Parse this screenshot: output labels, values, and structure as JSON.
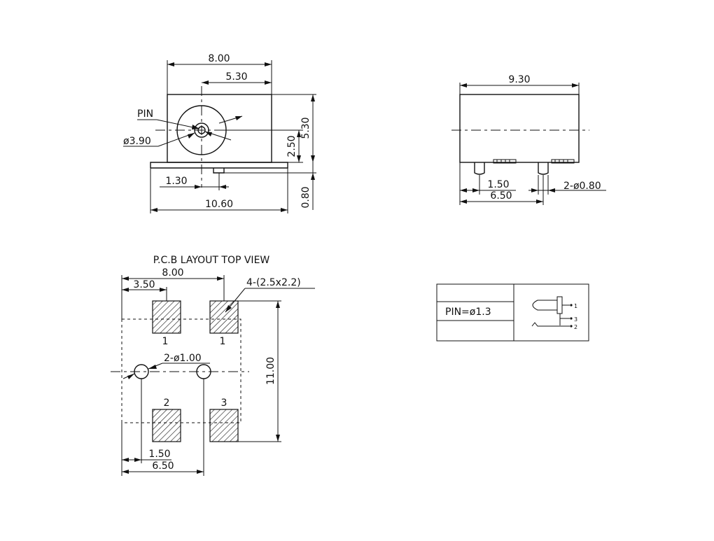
{
  "front_view": {
    "dim_width": "8.00",
    "dim_center": "5.30",
    "label_pin": "PIN",
    "label_diameter": "ø3.90",
    "dim_height_center": "2.50",
    "dim_height_total": "5.30",
    "dim_pin_offset": "1.30",
    "dim_total_width": "10.60",
    "dim_pin_height": "0.80"
  },
  "side_view": {
    "dim_length": "9.30",
    "dim_pin1": "1.50",
    "dim_pin_span": "6.50",
    "label_pin_diameter": "2-ø0.80"
  },
  "pcb_layout": {
    "title": "P.C.B LAYOUT   TOP VIEW",
    "dim_width": "8.00",
    "dim_offset": "3.50",
    "label_pads": "4-(2.5x2.2)",
    "pad_labels": [
      "1",
      "1",
      "2",
      "3"
    ],
    "label_holes": "2-ø1.00",
    "dim_height": "11.00",
    "dim_hole1": "1.50",
    "dim_hole_span": "6.50"
  },
  "pin_box": {
    "label": "PIN=ø1.3",
    "pin_numbers": [
      "1",
      "3",
      "2"
    ]
  }
}
